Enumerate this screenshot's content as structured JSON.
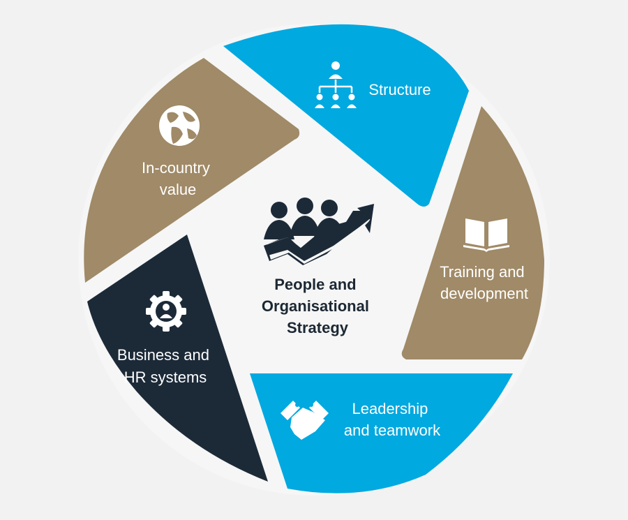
{
  "colors": {
    "background": "#f2f2f2",
    "circle": "#f6f6f6",
    "blue": "#00a9e0",
    "tan": "#a08a67",
    "navy": "#1c2a38",
    "white": "#ffffff"
  },
  "center": {
    "icon": "people-growth-arrow-icon",
    "title_lines": [
      "People and",
      "Organisational",
      "Strategy"
    ]
  },
  "segments": [
    {
      "id": "structure",
      "icon": "org-chart-icon",
      "label_lines": [
        "Structure"
      ]
    },
    {
      "id": "training",
      "icon": "open-book-icon",
      "label_lines": [
        "Training and",
        "development"
      ]
    },
    {
      "id": "leadership",
      "icon": "handshake-icon",
      "label_lines": [
        "Leadership",
        "and teamwork"
      ]
    },
    {
      "id": "business",
      "icon": "gear-person-icon",
      "label_lines": [
        "Business and",
        "HR systems"
      ]
    },
    {
      "id": "in-country",
      "icon": "globe-icon",
      "label_lines": [
        "In-country",
        "value"
      ]
    }
  ]
}
